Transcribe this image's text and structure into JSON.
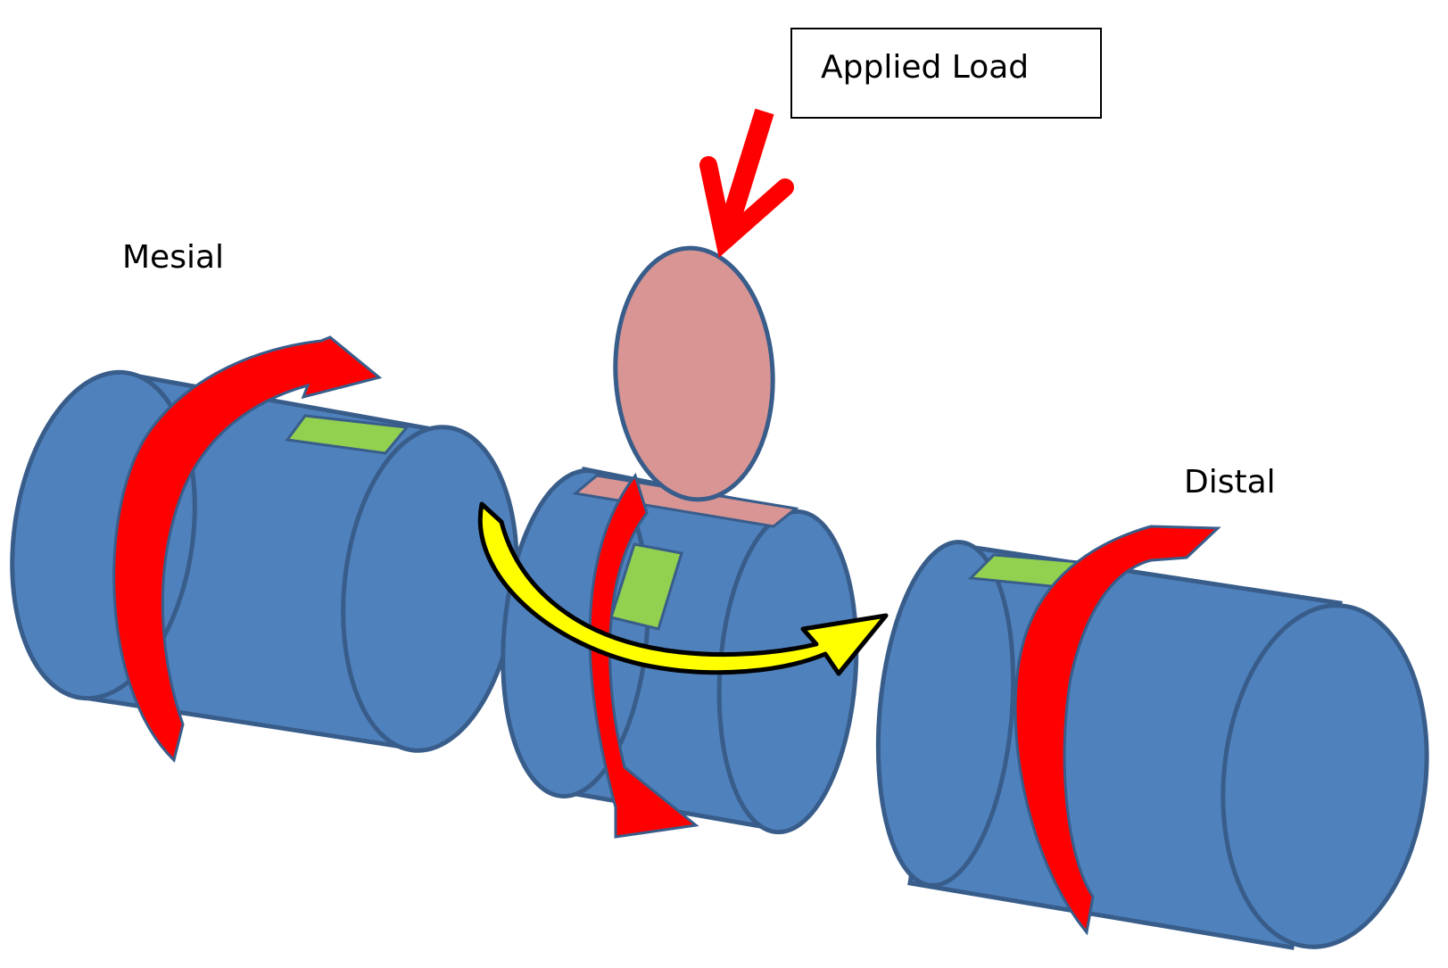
{
  "labels": {
    "applied_load": "Applied Load",
    "mesial": "Mesial",
    "distal": "Distal"
  },
  "colors": {
    "cylinder_fill": "#4f81bd",
    "cylinder_stroke": "#385d8a",
    "strain_gauge": "#92d050",
    "crown": "#d99594",
    "rotation_arrow": "#ff0000",
    "load_arrow": "#ff0000",
    "transfer_arrow": "#ffff00"
  }
}
